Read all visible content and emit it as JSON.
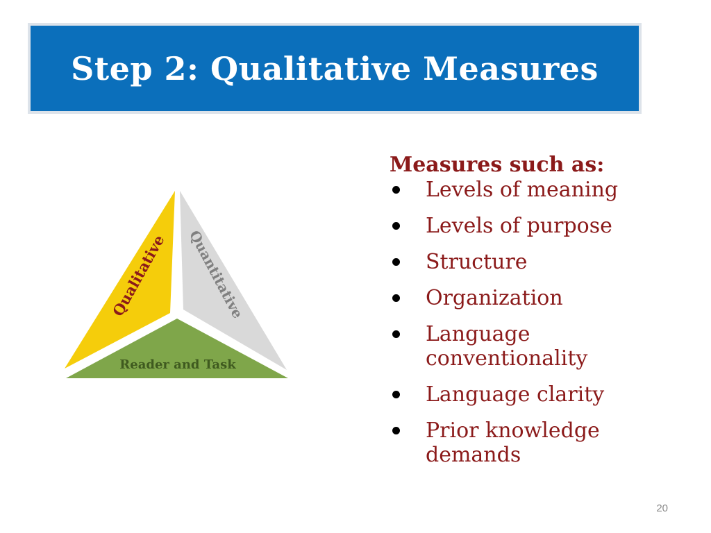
{
  "title": "Step 2: Qualitative Measures",
  "diagram": {
    "segments": {
      "left": "Qualitative",
      "right": "Quantitative",
      "bottom": "Reader and Task"
    },
    "colors": {
      "left_fill": "#f5cd0b",
      "right_fill": "#d9d9d9",
      "bottom_fill": "#7fa64a",
      "left_text": "#8b1a1a",
      "right_text": "#808080",
      "bottom_text": "#3f5a1f"
    }
  },
  "measures": {
    "heading": "Measures such as:",
    "items": [
      "Levels of meaning",
      "Levels of purpose",
      "Structure",
      "Organization",
      "Language conventionality",
      "Language clarity",
      "Prior knowledge demands"
    ]
  },
  "slide_number": "20",
  "colors": {
    "title_bg": "#0b6fbb",
    "title_text": "#ffffff",
    "accent_text": "#8b1a1a"
  }
}
